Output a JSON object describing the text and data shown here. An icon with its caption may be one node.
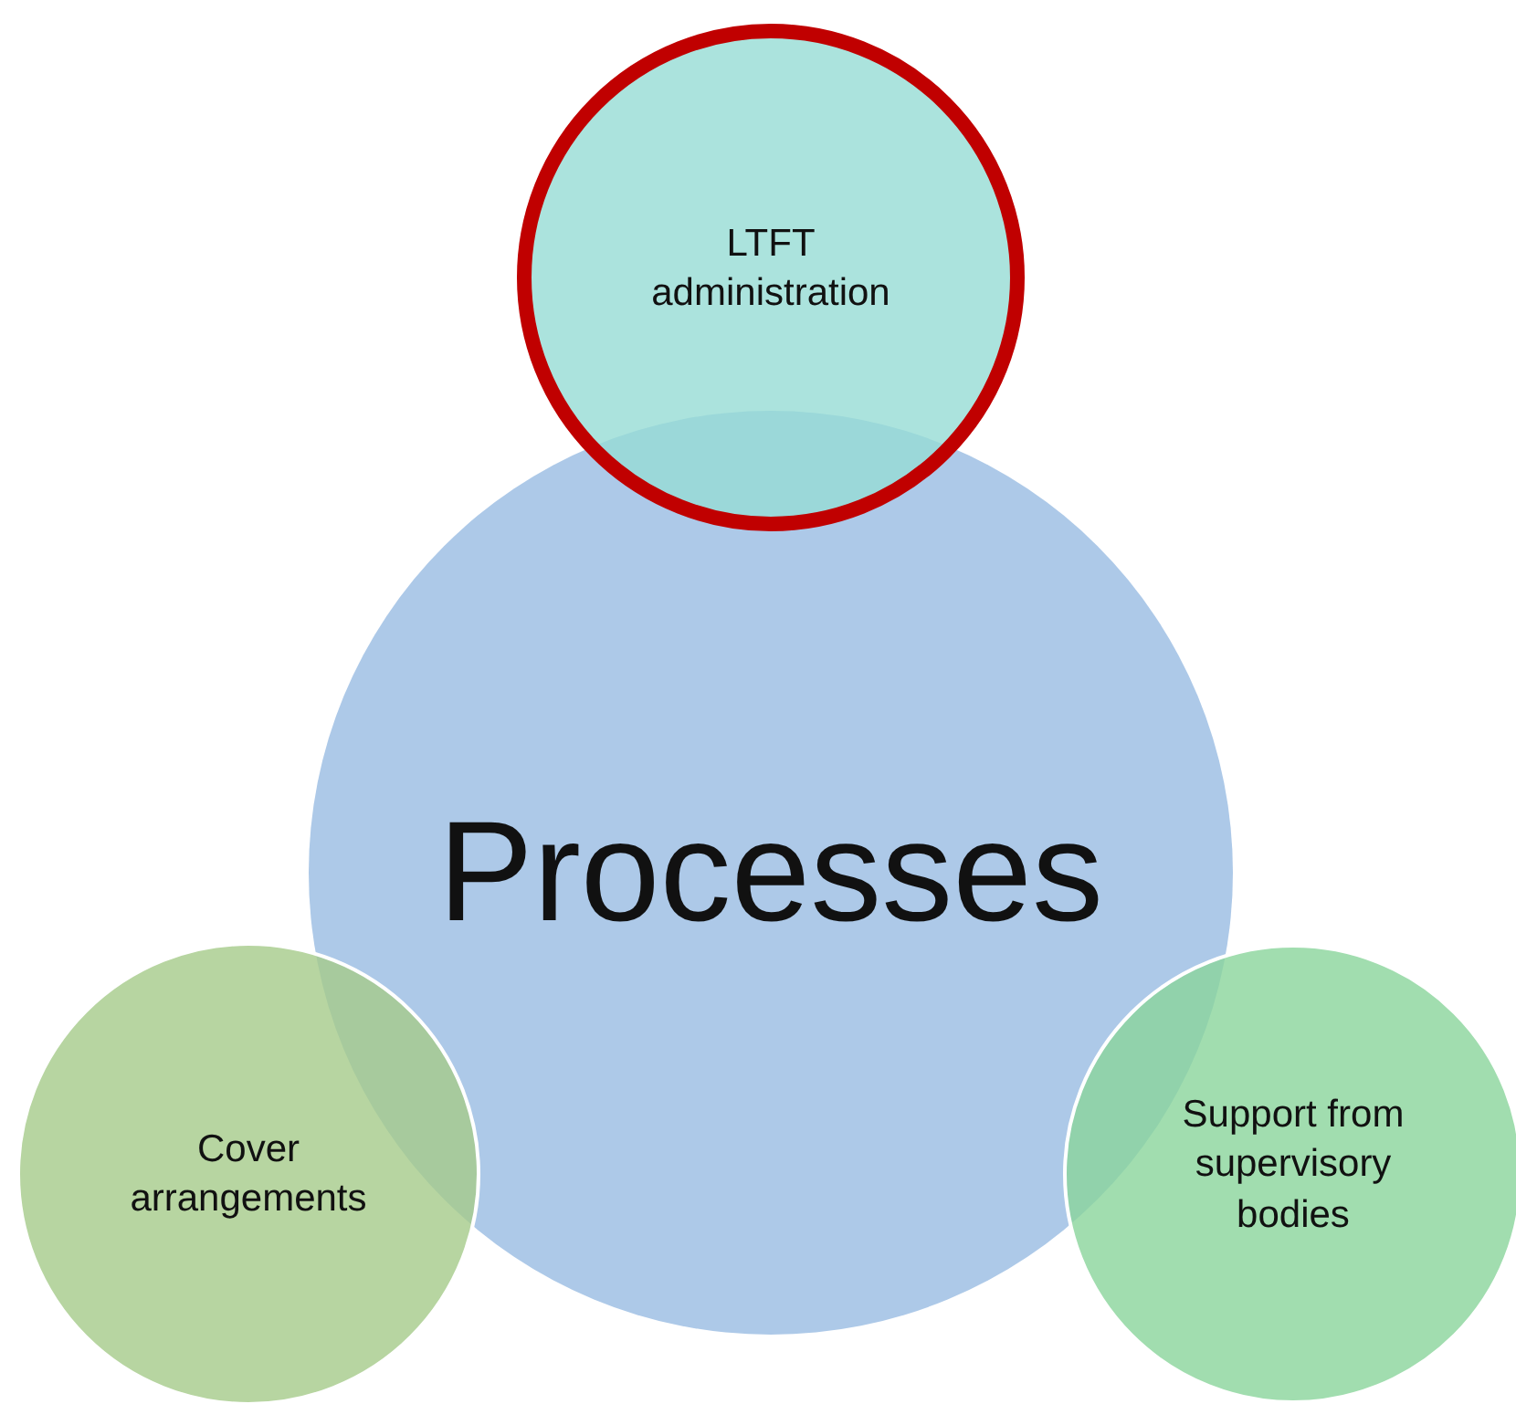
{
  "diagram": {
    "nodes": [
      {
        "text": [
          "LTFT administration"
        ]
      },
      {
        "text": [
          "Processes"
        ]
      },
      {
        "text": [
          "Cover arrangements"
        ]
      },
      {
        "text": [
          "Support from supervisory bodies"
        ]
      }
    ]
  }
}
